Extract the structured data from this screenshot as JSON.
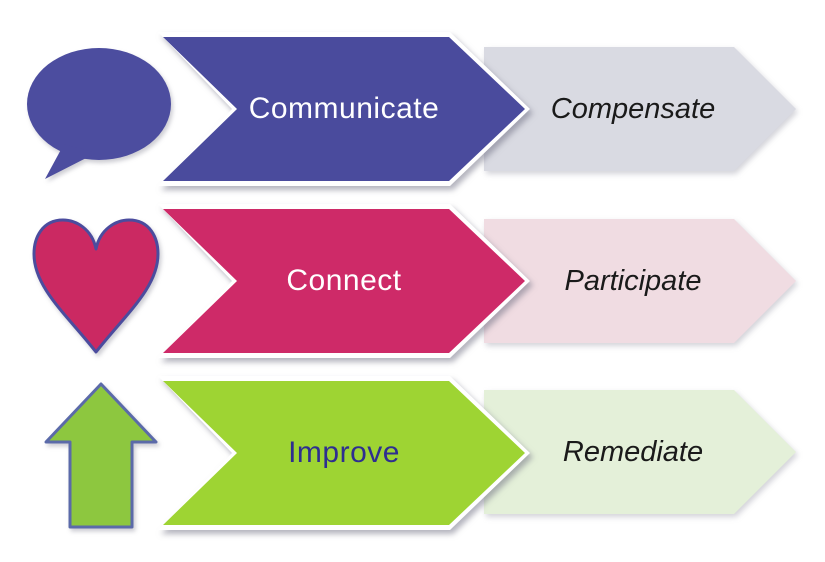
{
  "diagram": {
    "background_color": "#ffffff",
    "rows": [
      {
        "icon": "speech-bubble-icon",
        "primary_label": "Communicate",
        "secondary_label": "Compensate",
        "colors": {
          "primary_fill": "#4A4B9D",
          "primary_text": "#FFFFFF",
          "secondary_fill": "#D9DAE2",
          "secondary_text": "#1A1A1A",
          "icon_fill": "#4C4D9F",
          "icon_outline": "#43449A"
        }
      },
      {
        "icon": "heart-icon",
        "primary_label": "Connect",
        "secondary_label": "Participate",
        "colors": {
          "primary_fill": "#CE2A68",
          "primary_text": "#FFFFFF",
          "secondary_fill": "#F0DCE2",
          "secondary_text": "#1A1A1A",
          "icon_fill": "#CB2962",
          "icon_outline": "#4B4C9E"
        }
      },
      {
        "icon": "up-arrow-icon",
        "primary_label": "Improve",
        "secondary_label": "Remediate",
        "colors": {
          "primary_fill": "#9ED433",
          "primary_text": "#2E2E90",
          "secondary_fill": "#E4F0D9",
          "secondary_text": "#1A1A1A",
          "icon_fill": "#8DC73F",
          "icon_outline": "#5B6AA9"
        }
      }
    ]
  }
}
